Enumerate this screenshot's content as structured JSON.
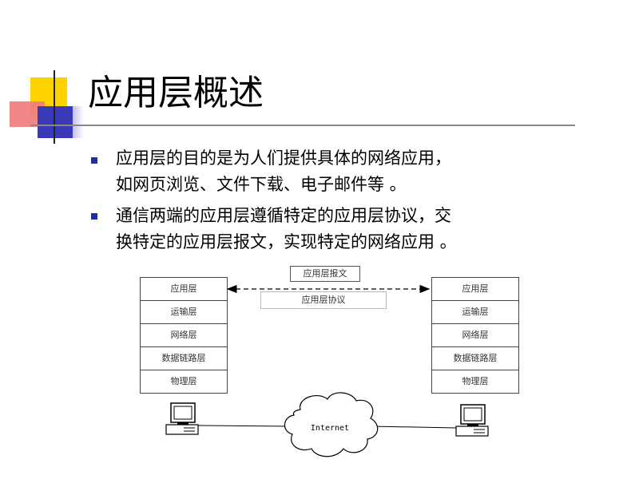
{
  "slide": {
    "title": "应用层概述",
    "bullets": [
      {
        "line1": "应用层的目的是为人们提供具体的网络应用，",
        "line2": "如网页浏览、文件下载、电子邮件等 。"
      },
      {
        "line1": "通信两端的应用层遵循特定的应用层协议，交",
        "line2": "换特定的应用层报文，实现特定的网络应用 。"
      }
    ]
  },
  "diagram": {
    "message_label": "应用层报文",
    "protocol_label": "应用层协议",
    "left_stack": [
      "应用层",
      "运输层",
      "网络层",
      "数据链路层",
      "物理层"
    ],
    "right_stack": [
      "应用层",
      "运输层",
      "网络层",
      "数据链路层",
      "物理层"
    ],
    "cloud_label": "Internet"
  }
}
